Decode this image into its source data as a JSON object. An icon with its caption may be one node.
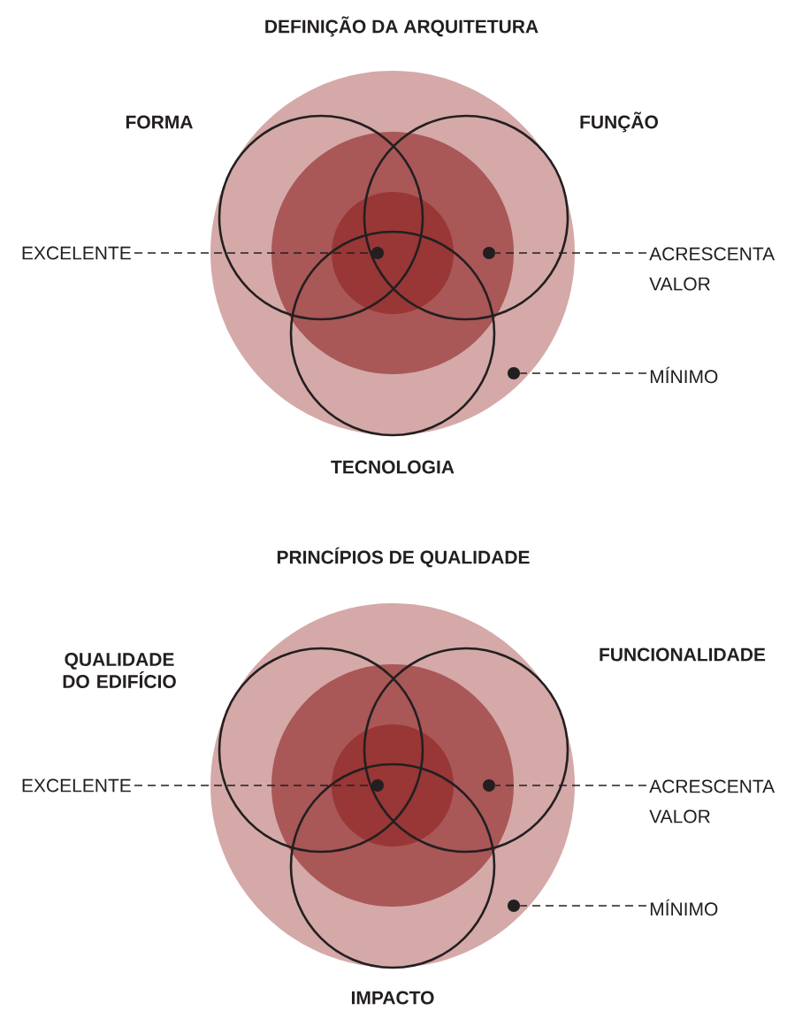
{
  "diagram": {
    "nodes": [
      {
        "text": [],
        "shape": "circle"
      },
      {
        "text": [],
        "shape": "circle",
        "in": 0
      },
      {
        "text": [],
        "shape": "circle",
        "in": 1
      },
      {
        "text": [
          "FORMA"
        ],
        "in": 0
      },
      {
        "text": [
          "FUNÇÃO"
        ],
        "in": 0
      },
      {
        "text": [
          "TECNOLOGIA"
        ],
        "in": 0
      },
      {
        "text": [
          "EXCELENTE"
        ]
      },
      {
        "text": [
          "ACRESCENTA VALOR"
        ]
      },
      {
        "text": [
          "MÍNIMO"
        ]
      },
      {
        "text": [],
        "shape": "circle"
      },
      {
        "text": [],
        "shape": "circle"
      },
      {
        "text": [],
        "shape": "circle",
        "in": 0
      },
      {
        "text": [],
        "shape": "circle"
      },
      {
        "text": [],
        "shape": "circle",
        "in": 12
      },
      {
        "text": [],
        "shape": "circle",
        "in": 13
      },
      {
        "text": [
          "QUALIDADE DO EDIFÍCIO"
        ],
        "in": 12
      },
      {
        "text": [
          "FUNCIONALIDADE"
        ],
        "in": 12
      },
      {
        "text": [
          "IMPACTO"
        ],
        "in": 12
      },
      {
        "text": [
          "EXCELENTE"
        ]
      },
      {
        "text": [
          "ACRESCENTA VALOR"
        ]
      },
      {
        "text": [
          "MÍNIMO"
        ]
      },
      {
        "text": [],
        "shape": "circle"
      },
      {
        "text": [],
        "shape": "circle"
      },
      {
        "text": [],
        "shape": "circle",
        "in": 12
      }
    ],
    "edges": [
      {
        "from": 6,
        "to": 9,
        "arrow": "none",
        "style": "dashed"
      },
      {
        "from": 7,
        "to": 10,
        "arrow": "none",
        "style": "dashed"
      },
      {
        "from": 8,
        "to": 11,
        "arrow": "none",
        "style": "dashed"
      },
      {
        "from": 18,
        "to": 21,
        "arrow": "none",
        "style": "dashed"
      },
      {
        "from": 19,
        "to": 22,
        "arrow": "none",
        "style": "dashed"
      },
      {
        "from": 20,
        "to": 23,
        "arrow": "none",
        "style": "dashed"
      }
    ],
    "labels": [
      "DEFINIÇÃO DA ARQUITETURA",
      "PRINCÍPIOS DE QUALIDADE"
    ]
  }
}
